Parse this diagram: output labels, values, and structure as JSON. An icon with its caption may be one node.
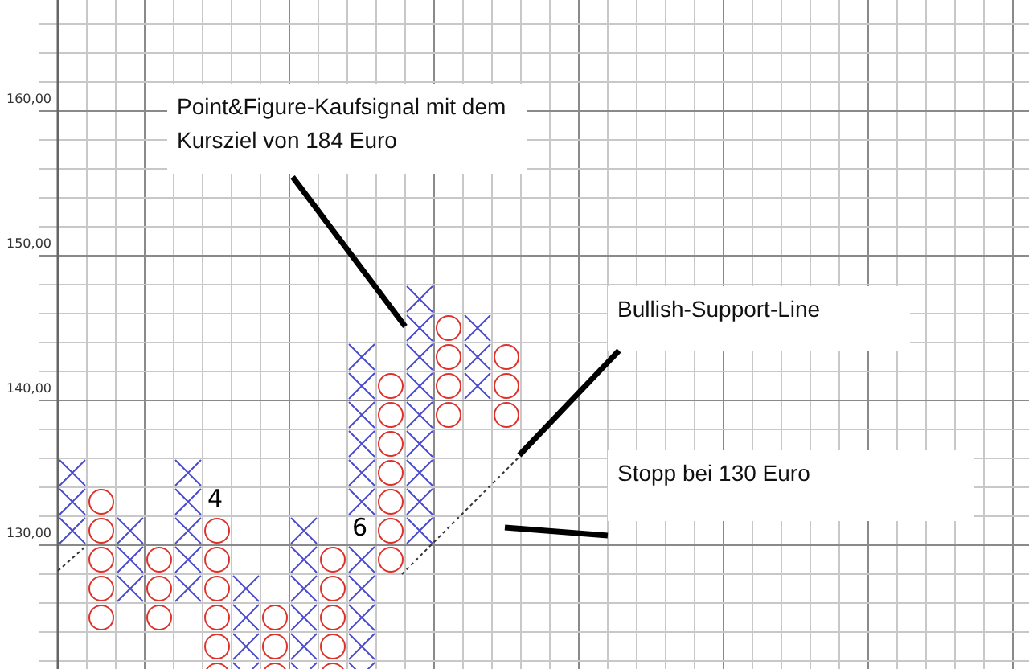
{
  "diagram": {
    "nodes": [
      {
        "text": [
          "Point&Figure-Kaufsignal mit dem Kursziel von 184 Euro"
        ]
      },
      {
        "text": [
          "Bullish-Support-Line"
        ]
      },
      {
        "text": [
          "Stopp bei 130 Euro"
        ]
      }
    ],
    "edges": [
      {
        "from": 0,
        "to": null,
        "arrow": "none"
      },
      {
        "from": 1,
        "to": null,
        "arrow": "none"
      },
      {
        "from": 2,
        "to": null,
        "arrow": "none"
      }
    ],
    "labels": [
      "160,00",
      "150,00",
      "140,00",
      "130,00",
      "4",
      "6"
    ]
  }
}
